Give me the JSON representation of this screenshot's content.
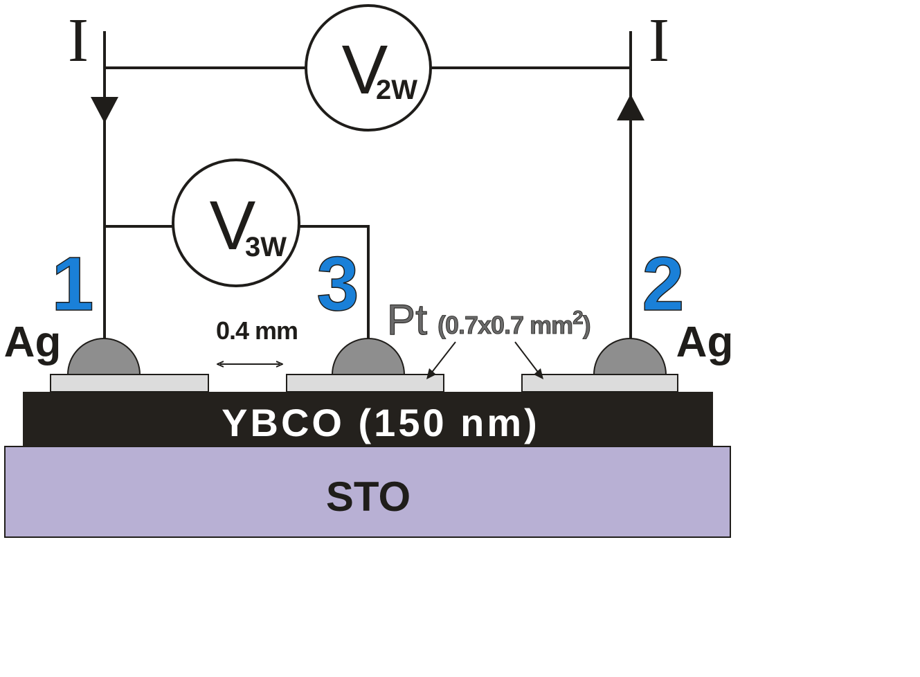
{
  "labels": {
    "current_left": "I",
    "current_right": "I",
    "v2w_main": "V",
    "v2w_sub": "2W",
    "v3w_main": "V",
    "v3w_sub": "3W",
    "contact_1": "1",
    "contact_3": "3",
    "contact_2": "2",
    "ag_left": "Ag",
    "ag_right": "Ag",
    "spacing": "0.4 mm",
    "pt": "Pt",
    "pt_size_prefix": "(0.7x0.7 mm",
    "pt_size_exp": "2",
    "pt_size_suffix": ")",
    "ybco": "YBCO (150 nm)",
    "sto": "STO"
  },
  "colors": {
    "wire": "#1f1d1a",
    "ybco": "#24211d",
    "sto": "#b8b0d4",
    "pt_pad": "#dcdcdc",
    "ag_dome": "#8e8e8e",
    "number_blue": "#1a80d8",
    "text_dark": "#1f1d1a",
    "pt_text": "#6a6a6a"
  }
}
